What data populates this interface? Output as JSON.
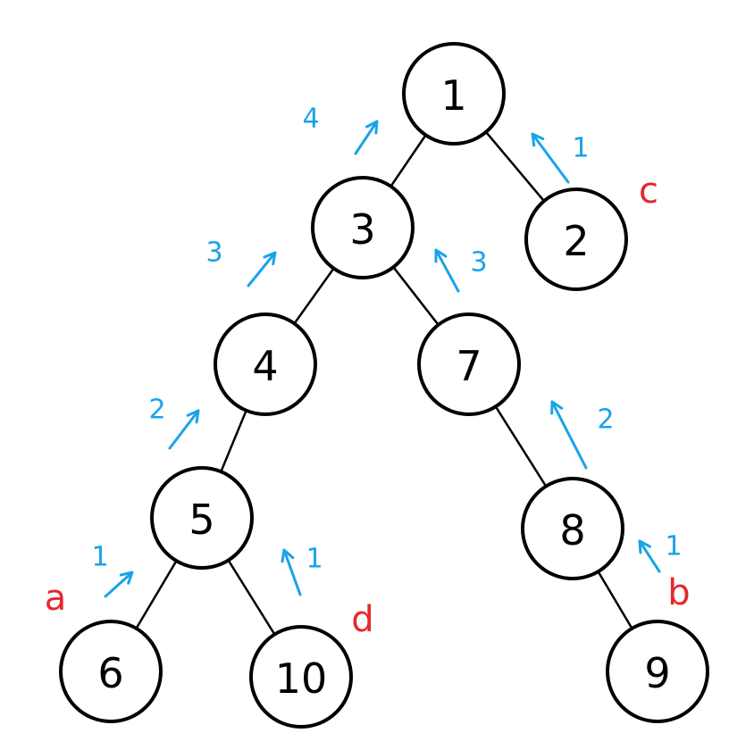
{
  "colors": {
    "node_stroke": "#000000",
    "weight": "#1aa3e8",
    "leaf_label": "#e8262d"
  },
  "nodes": [
    {
      "id": "n1",
      "label": "1"
    },
    {
      "id": "n3",
      "label": "3"
    },
    {
      "id": "n2",
      "label": "2"
    },
    {
      "id": "n4",
      "label": "4"
    },
    {
      "id": "n7",
      "label": "7"
    },
    {
      "id": "n5",
      "label": "5"
    },
    {
      "id": "n8",
      "label": "8"
    },
    {
      "id": "n6",
      "label": "6"
    },
    {
      "id": "n10",
      "label": "10"
    },
    {
      "id": "n9",
      "label": "9"
    }
  ],
  "edges": [
    {
      "from": "n1",
      "to": "n3"
    },
    {
      "from": "n1",
      "to": "n2"
    },
    {
      "from": "n3",
      "to": "n4"
    },
    {
      "from": "n3",
      "to": "n7"
    },
    {
      "from": "n4",
      "to": "n5"
    },
    {
      "from": "n7",
      "to": "n8"
    },
    {
      "from": "n5",
      "to": "n6"
    },
    {
      "from": "n5",
      "to": "n10"
    },
    {
      "from": "n8",
      "to": "n9"
    }
  ],
  "edge_weights": [
    {
      "edge": "n3-n1",
      "value": "4"
    },
    {
      "edge": "n2-n1",
      "value": "1"
    },
    {
      "edge": "n4-n3",
      "value": "3"
    },
    {
      "edge": "n7-n3",
      "value": "3"
    },
    {
      "edge": "n5-n4",
      "value": "2"
    },
    {
      "edge": "n8-n7",
      "value": "2"
    },
    {
      "edge": "n6-n5",
      "value": "1"
    },
    {
      "edge": "n10-n5",
      "value": "1"
    },
    {
      "edge": "n9-n8",
      "value": "1"
    }
  ],
  "leaf_labels": [
    {
      "node": "n6",
      "label": "a"
    },
    {
      "node": "n9",
      "label": "b"
    },
    {
      "node": "n2",
      "label": "c"
    },
    {
      "node": "n10",
      "label": "d"
    }
  ]
}
